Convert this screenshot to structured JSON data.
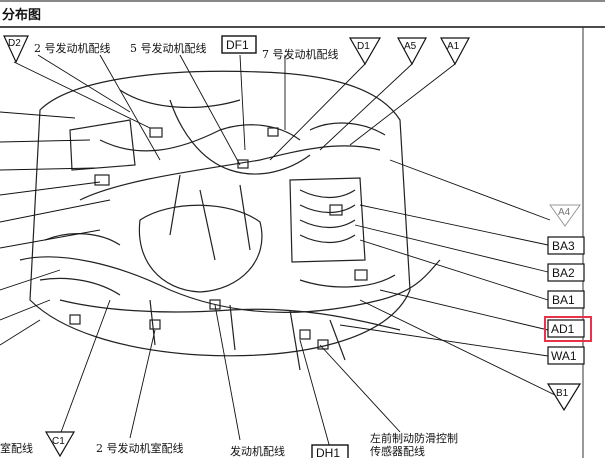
{
  "header": {
    "title": "分布图"
  },
  "labels": {
    "eng2_top": "2 号发动机配线",
    "eng5_top": "5 号发动机配线",
    "eng7_top": "7 号发动机配线",
    "room_bottom_left": "室配线",
    "eng_room2_bottom": "2 号发动机室配线",
    "eng_bottom": "发动机配线",
    "abs_sensor_line1": "左前制动防滑控制",
    "abs_sensor_line2": "传感器配线"
  },
  "connectors": {
    "D2": "D2",
    "DF1": "DF1",
    "D1": "D1",
    "A5": "A5",
    "A1": "A1",
    "A4": "A4",
    "BA3": "BA3",
    "BA2": "BA2",
    "BA1": "BA1",
    "AD1": "AD1",
    "WA1": "WA1",
    "B1": "B1",
    "C1": "C1",
    "DH1": "DH1"
  },
  "highlight": {
    "target": "AD1",
    "color": "#e8344a"
  }
}
